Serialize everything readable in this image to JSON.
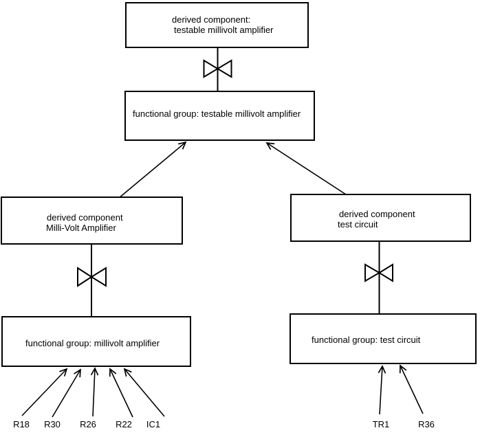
{
  "diagram": {
    "background_color": "#ffffff",
    "line_color": "#000000",
    "nodes": {
      "derived_testable_amplifier": {
        "line1": "derived component:",
        "line2": "testable millivolt amplifier"
      },
      "functional_group_testable_amplifier": {
        "line1": "functional group: testable millivolt amplifier"
      },
      "derived_millivolt_amplifier": {
        "line1": "derived component",
        "line2": "Milli-Volt Amplifier"
      },
      "functional_group_millivolt_amplifier": {
        "line1": "functional group: millivolt amplifier"
      },
      "derived_test_circuit": {
        "line1": "derived component",
        "line2": "test circuit"
      },
      "functional_group_test_circuit": {
        "line1": "functional group: test circuit"
      }
    },
    "components": {
      "millivolt_amplifier": [
        "R18",
        "R30",
        "R26",
        "R22",
        "IC1"
      ],
      "test_circuit": [
        "TR1",
        "R36"
      ]
    }
  }
}
